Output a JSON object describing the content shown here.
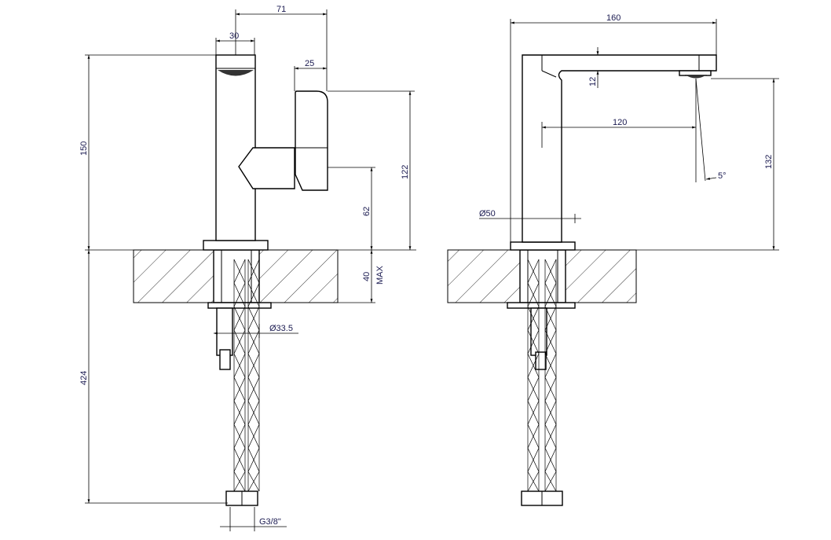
{
  "drawing": {
    "title": "Single-lever basin mixer — technical drawing",
    "side_view": {
      "dims": {
        "total_depth": "71",
        "spout_width": "30",
        "lever_width": "25",
        "height": "150",
        "lever_height": "122",
        "lever_axis_height": "62",
        "counter_thickness": "40",
        "counter_note": "MAX",
        "shank_diameter": "Ø33.5",
        "hose_length": "424",
        "connection": "G3/8\""
      }
    },
    "front_view": {
      "dims": {
        "total_length": "160",
        "spout_thickness": "12",
        "projection": "120",
        "angle": "5°",
        "outlet_height": "132",
        "base_diameter": "Ø50"
      }
    }
  }
}
